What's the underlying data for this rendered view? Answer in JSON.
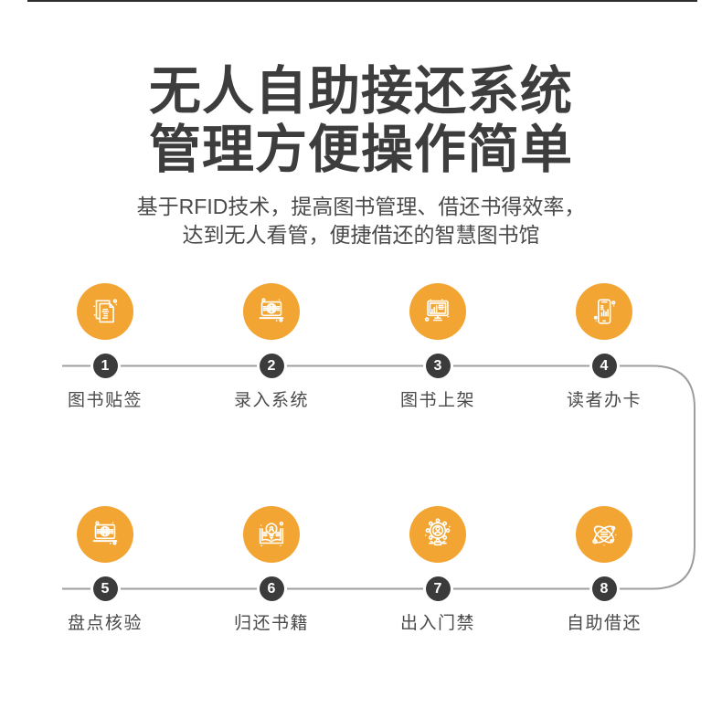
{
  "header": {
    "title_line1": "无人自助接还系统",
    "title_line2": "管理方便操作简单",
    "subtitle_line1": "基于RFID技术，提高图书管理、借还书得效率，",
    "subtitle_line2": "达到无人看管，便捷借还的智慧图书馆"
  },
  "flow": {
    "steps": [
      {
        "number": "1",
        "label": "图书贴签",
        "icon": "binary-document-icon"
      },
      {
        "number": "2",
        "label": "录入系统",
        "icon": "laptop-globe-icon"
      },
      {
        "number": "3",
        "label": "图书上架",
        "icon": "monitor-chart-icon"
      },
      {
        "number": "4",
        "label": "读者办卡",
        "icon": "phone-chart-icon"
      },
      {
        "number": "5",
        "label": "盘点核验",
        "icon": "laptop-globe-icon"
      },
      {
        "number": "6",
        "label": "归还书籍",
        "icon": "book-bulb-icon"
      },
      {
        "number": "7",
        "label": "出入门禁",
        "icon": "gear-person-icon"
      },
      {
        "number": "8",
        "label": "自助借还",
        "icon": "atom-icon"
      }
    ]
  },
  "colors": {
    "accent_orange": "#F2A532",
    "step_badge_dark": "#3B3B3B",
    "connector_gray": "#9E9E9E",
    "title_text": "#3D3D3D",
    "body_text": "#4A4A4A",
    "background": "#FFFFFF"
  }
}
